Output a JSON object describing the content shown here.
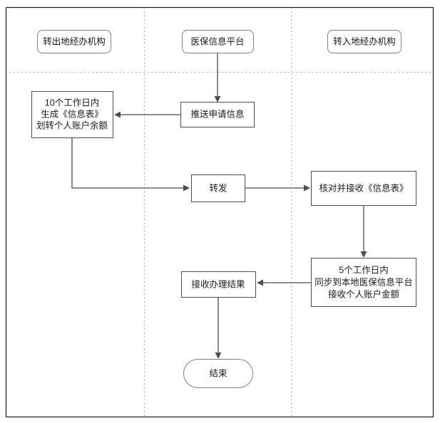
{
  "diagram": {
    "type": "swimlane-flowchart",
    "lanes": [
      {
        "id": "lane-out",
        "label": "转出地经办机构"
      },
      {
        "id": "lane-platform",
        "label": "医保信息平台"
      },
      {
        "id": "lane-in",
        "label": "转入地经办机构"
      }
    ],
    "nodes": [
      {
        "id": "node-generate",
        "lane": "lane-out",
        "shape": "rectangle",
        "lines": [
          "10个工作日内",
          "生成《信息表》",
          "划转个人账户余额"
        ]
      },
      {
        "id": "node-push",
        "lane": "lane-platform",
        "shape": "rectangle",
        "lines": [
          "推送申请信息"
        ]
      },
      {
        "id": "node-forward",
        "lane": "lane-platform",
        "shape": "rectangle",
        "lines": [
          "转发"
        ]
      },
      {
        "id": "node-verify-receive",
        "lane": "lane-in",
        "shape": "rectangle",
        "lines": [
          "核对并接收《信息表》"
        ]
      },
      {
        "id": "node-sync",
        "lane": "lane-in",
        "shape": "rectangle",
        "lines": [
          "5个工作日内",
          "同步到本地医保信息平台",
          "接收个人账户金额"
        ]
      },
      {
        "id": "node-receive-result",
        "lane": "lane-platform",
        "shape": "rectangle",
        "lines": [
          "接收办理结果"
        ]
      },
      {
        "id": "node-end",
        "lane": "lane-platform",
        "shape": "terminator",
        "lines": [
          "结束"
        ]
      }
    ],
    "colors": {
      "background": "#ffffff",
      "box_stroke": "#4d4d4d",
      "lane_stroke": "#808080",
      "connector": "#4d4d4d",
      "divider": "#999999",
      "frame": "#1a1a1a",
      "text": "#1a1a1a"
    }
  }
}
